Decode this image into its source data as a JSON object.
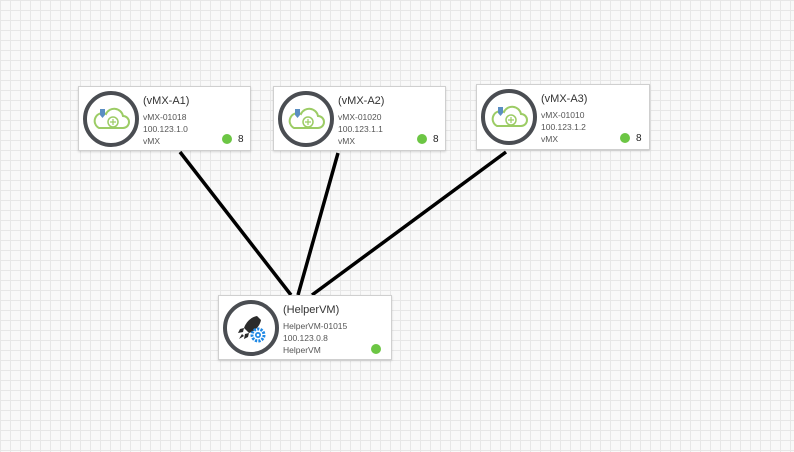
{
  "colors": {
    "status_ok": "#6cc644",
    "link": "#000000",
    "ring": "#4a4d52"
  },
  "nodes": [
    {
      "id": "a1",
      "icon": "vmx-cloud-icon",
      "title": "(vMX-A1)",
      "name": "vMX-01018",
      "ip": "100.123.1.0",
      "type": "vMX",
      "count": "8"
    },
    {
      "id": "a2",
      "icon": "vmx-cloud-icon",
      "title": "(vMX-A2)",
      "name": "vMX-01020",
      "ip": "100.123.1.1",
      "type": "vMX",
      "count": "8"
    },
    {
      "id": "a3",
      "icon": "vmx-cloud-icon",
      "title": "(vMX-A3)",
      "name": "vMX-01010",
      "ip": "100.123.1.2",
      "type": "vMX",
      "count": "8"
    },
    {
      "id": "helper",
      "icon": "rocket-gear-icon",
      "title": "(HelperVM)",
      "name": "HelperVM-01015",
      "ip": "100.123.0.8",
      "type": "HelperVM"
    }
  ],
  "links": [
    {
      "from": "a1",
      "to": "helper"
    },
    {
      "from": "a2",
      "to": "helper"
    },
    {
      "from": "a3",
      "to": "helper"
    }
  ]
}
